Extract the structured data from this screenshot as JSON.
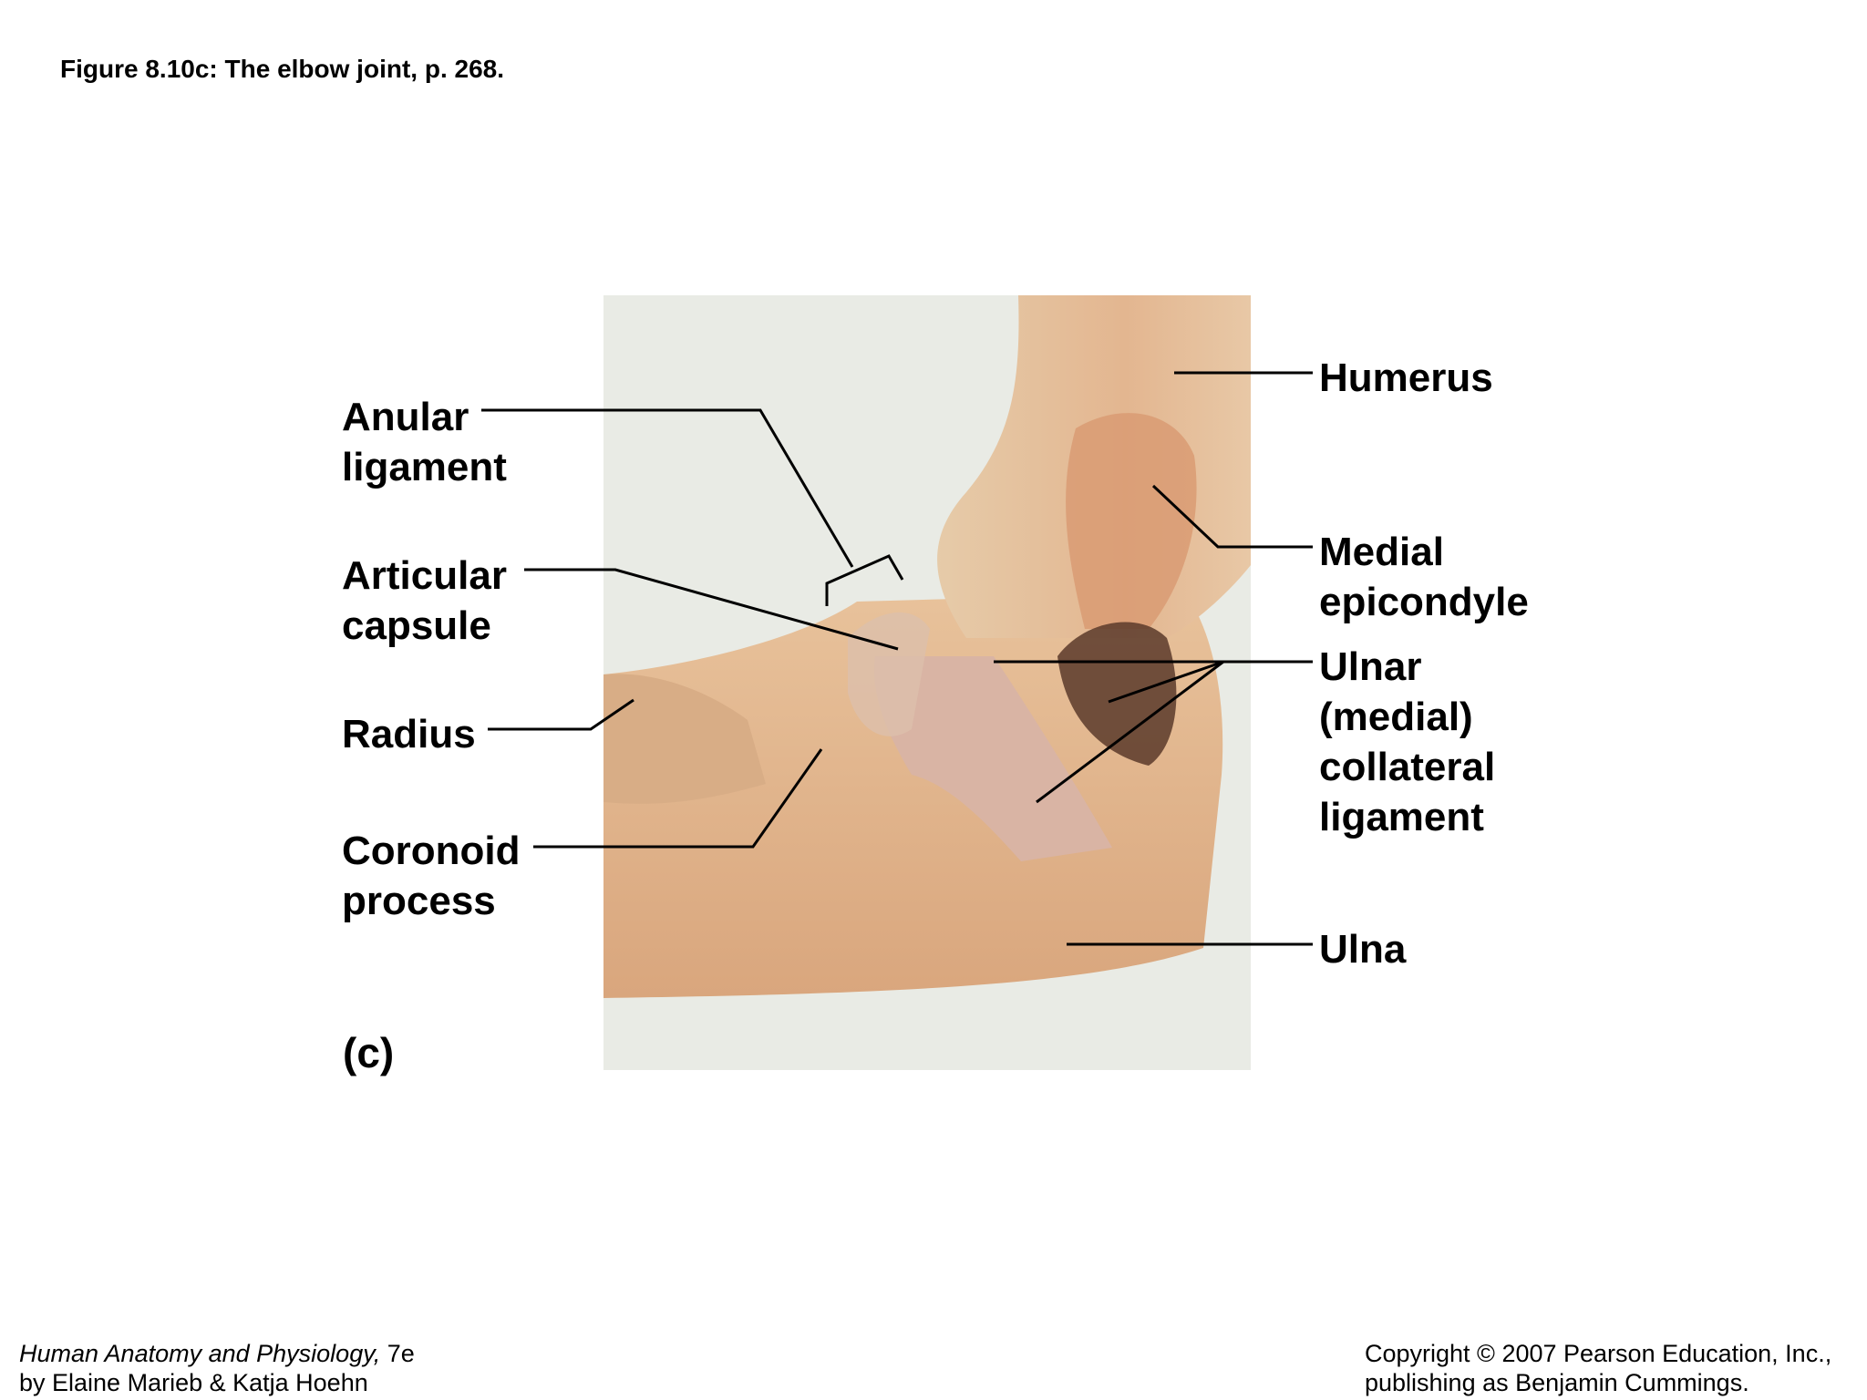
{
  "figure": {
    "title": "Figure 8.10c:  The elbow joint, p. 268.",
    "panel_label": "(c)"
  },
  "labels": {
    "humerus": [
      "Humerus"
    ],
    "anular": [
      "Anular",
      "ligament"
    ],
    "articular": [
      "Articular",
      "capsule"
    ],
    "radius": [
      "Radius"
    ],
    "coronoid": [
      "Coronoid",
      "process"
    ],
    "medial_epicondyle": [
      "Medial",
      "epicondyle"
    ],
    "ulnar_collateral": [
      "Ulnar",
      "(medial)",
      "collateral",
      "ligament"
    ],
    "ulna": [
      "Ulna"
    ]
  },
  "footer": {
    "book_title": "Human Anatomy and Physiology,",
    "edition": " 7e",
    "authors": "by Elaine Marieb & Katja Hoehn",
    "copyright_line1": "Copyright © 2007 Pearson Education, Inc.,",
    "copyright_line2": "publishing as Benjamin Cummings."
  },
  "colors": {
    "background": "#ffffff",
    "photo_backdrop": "#e9ebe5",
    "bone": "#e2b48e",
    "ligament": "#d9b4a4",
    "leader_lines": "#000000"
  }
}
